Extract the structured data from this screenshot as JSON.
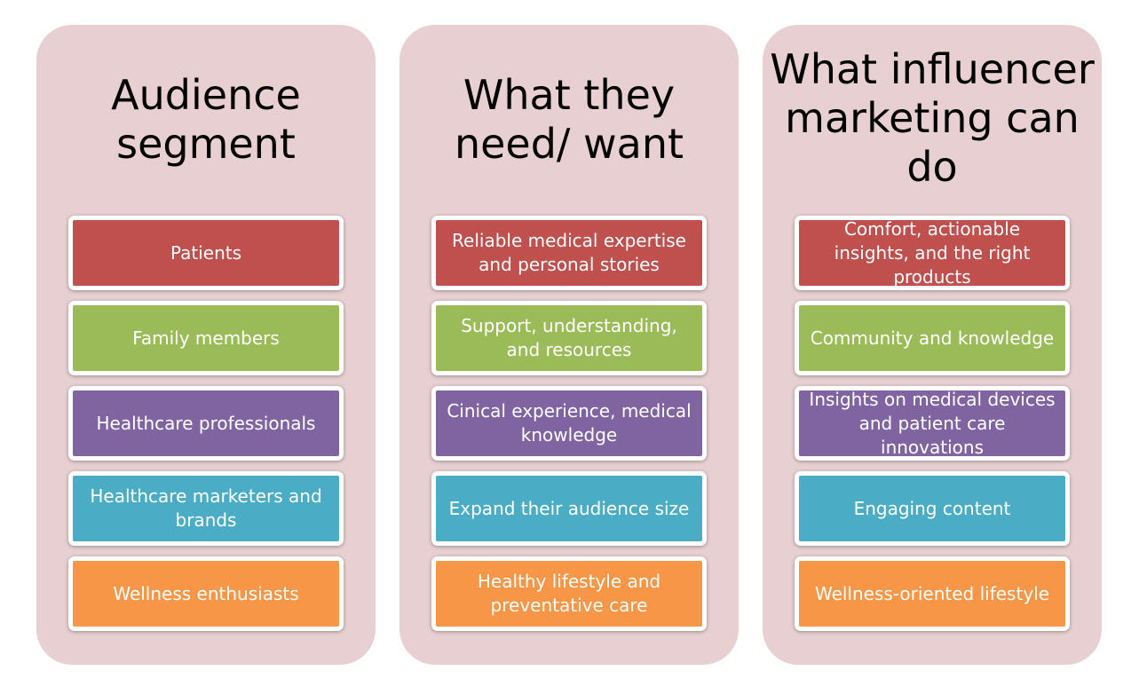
{
  "colors": {
    "column_bg": "#e8d0d2",
    "red": "#c0504d",
    "green": "#9bbb59",
    "purple": "#8064a2",
    "teal": "#4bacc6",
    "orange": "#f79646"
  },
  "columns": [
    {
      "title": "Audience segment",
      "items": [
        "Patients",
        "Family members",
        "Healthcare professionals",
        "Healthcare marketers and brands",
        "Wellness enthusiasts"
      ]
    },
    {
      "title": "What they need/ want",
      "items": [
        "Reliable medical expertise and personal stories",
        "Support, understanding, and resources",
        "Cinical experience, medical knowledge",
        "Expand their audience size",
        "Healthy lifestyle and preventative care"
      ]
    },
    {
      "title": "What influencer marketing can do",
      "items": [
        "Comfort, actionable insights, and the right products",
        "Community and knowledge",
        "Insights on medical devices and patient care innovations",
        "Engaging content",
        "Wellness-oriented lifestyle"
      ]
    }
  ]
}
